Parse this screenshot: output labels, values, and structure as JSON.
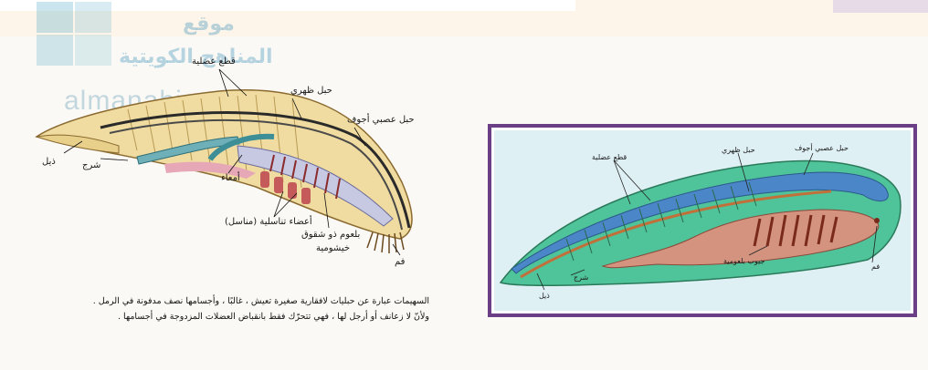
{
  "watermark": {
    "arabic_line1": "موقع",
    "arabic_line2": "المناهج الكويتية",
    "latin": "almanahj.com/kw"
  },
  "left_diagram": {
    "labels": {
      "muscle_segments": "قطع عضلية",
      "dorsal_cord": "حبل ظهري",
      "nerve_cord": "حبل عصبي أجوف",
      "tail": "ذيل",
      "anus": "شرج",
      "intestine": "أمعاء",
      "gonads": "أعضاء تناسلية (مناسل)",
      "pharynx_line1": "بلعوم ذو شقوق",
      "pharynx_line2": "خيشومية",
      "mouth": "فم"
    },
    "caption_line1": "السهيمات عبارة عن حبليات لافقارية صغيرة تعيش ، غالبًا ، وأجسامها نصف مدفونة في الرمل .",
    "caption_line2": "ولأنّ لا زعانف أو أرجل لها ، فهي تتحرّك فقط بانقباض العضلات المزدوجة في أجسامها ."
  },
  "right_diagram": {
    "labels": {
      "muscle_segments": "قطع عضلية",
      "dorsal_cord": "حبل ظهري",
      "nerve_cord": "حبل عصبي أجوف",
      "gill_pouches": "جيوب بلعومية",
      "mouth": "فم",
      "anus": "شرج",
      "tail": "ذيل"
    },
    "frame_color": "#6a3f86"
  }
}
